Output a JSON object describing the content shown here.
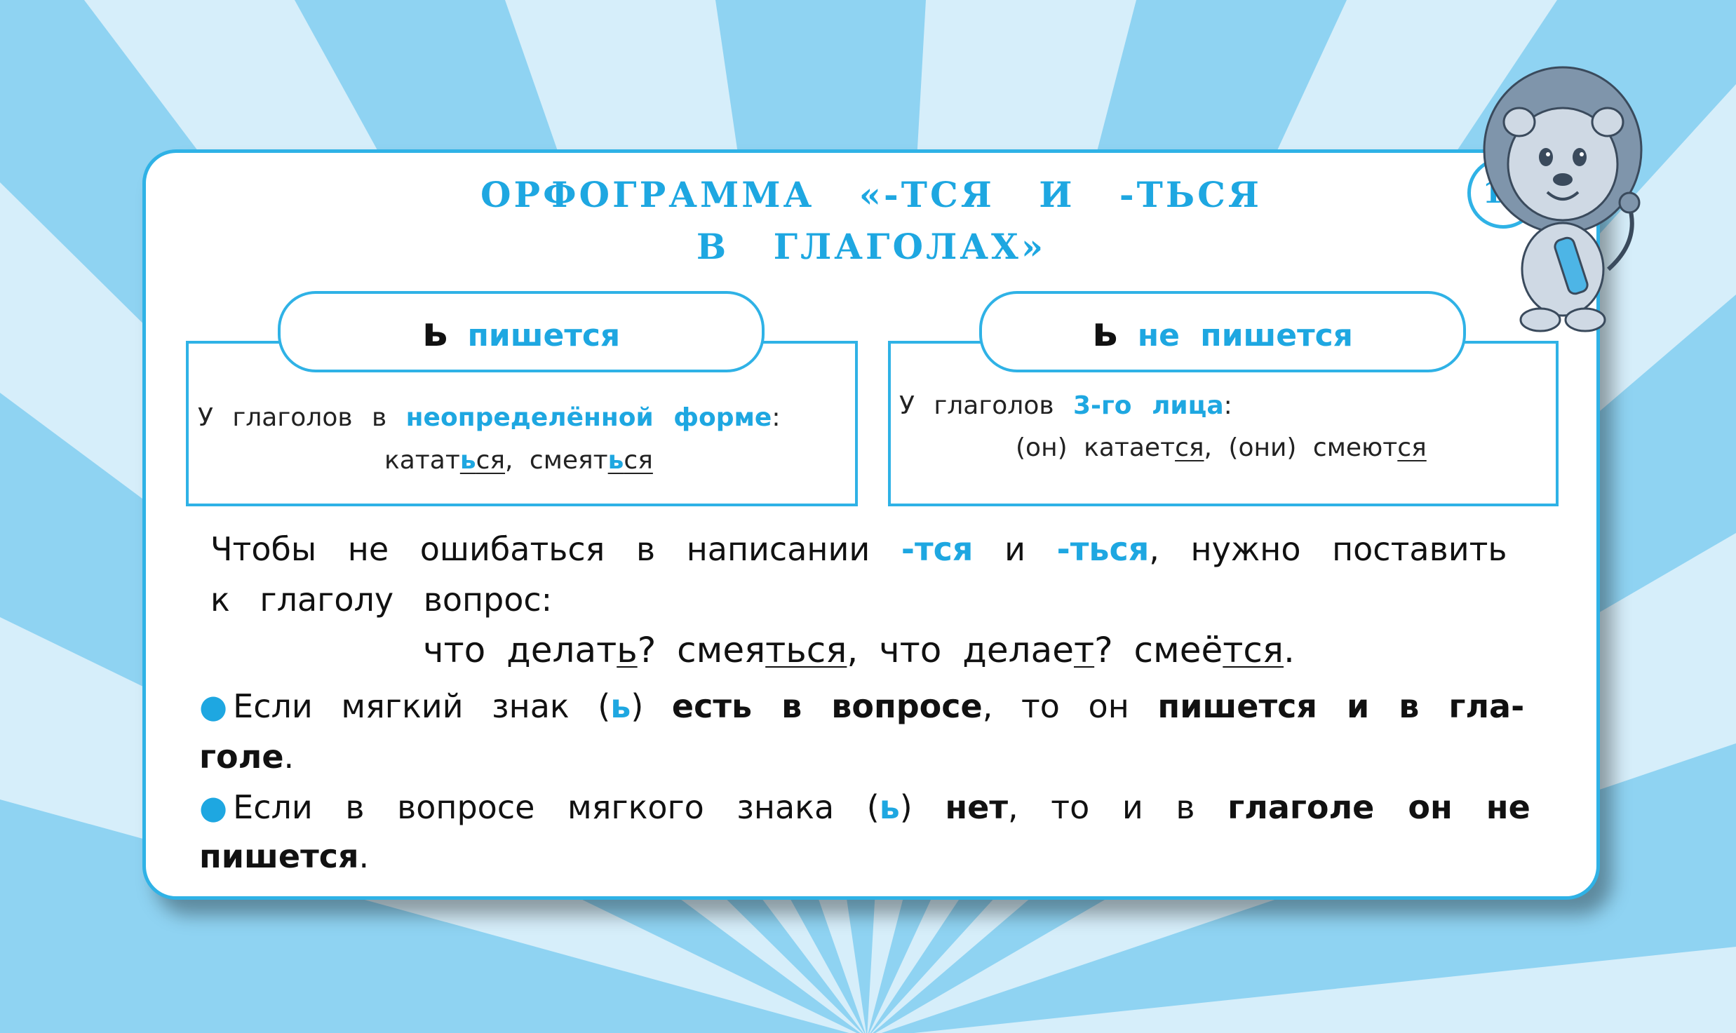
{
  "title": {
    "line1": "ОРФОГРАММА «-ТСЯ И -ТЬСЯ",
    "line2": "В ГЛАГОЛАХ»"
  },
  "page_number": "14",
  "colors": {
    "accent": "#1ea7e1",
    "background_light": "#d6eefa",
    "background_dark": "#8fd3f2"
  },
  "left_box": {
    "soft_sign": "ь",
    "header": "пишется",
    "rule_prefix": "У глаголов в ",
    "rule_accent": "неопределённой форме",
    "rule_suffix": ":",
    "ex1_a": "катат",
    "ex1_b": "ь",
    "ex1_c": "ся",
    "ex1_sep": ", ",
    "ex2_a": "смеят",
    "ex2_b": "ь",
    "ex2_c": "ся"
  },
  "right_box": {
    "soft_sign": "ь",
    "header": "не пишется",
    "rule_prefix": "У глаголов ",
    "rule_accent": "3-го лица",
    "rule_suffix": ":",
    "ex1_a": "(он) катает",
    "ex1_b": "ся",
    "ex1_sep": ", ",
    "ex2_a": "(они) смеют",
    "ex2_b": "ся"
  },
  "main": {
    "p1_a": "Чтобы не ошибаться в написании ",
    "p1_b": "-тся",
    "p1_c": " и ",
    "p1_d": "-ться",
    "p1_e": ", нужно поставить",
    "p2": "к глаголу вопрос:",
    "ex_a": "что делат",
    "ex_b": "ь",
    "ex_c": "? смея",
    "ex_d": "ться",
    "ex_e": ", что делае",
    "ex_f": "т",
    "ex_g": "? смеё",
    "ex_h": "тся",
    "ex_i": ".",
    "b1_a": "Если мягкий знак (",
    "b1_b": "ь",
    "b1_c": ") ",
    "b1_d": "есть в вопросе",
    "b1_e": ", то он ",
    "b1_f": "пишется и в гла-",
    "b1_g": "голе",
    "b1_h": ".",
    "b2_a": "Если в вопросе мягкого знака (",
    "b2_b": "ь",
    "b2_c": ") ",
    "b2_d": "нет",
    "b2_e": ", то и в ",
    "b2_f": "глаголе он не",
    "b2_g": "пишется",
    "b2_h": "."
  }
}
